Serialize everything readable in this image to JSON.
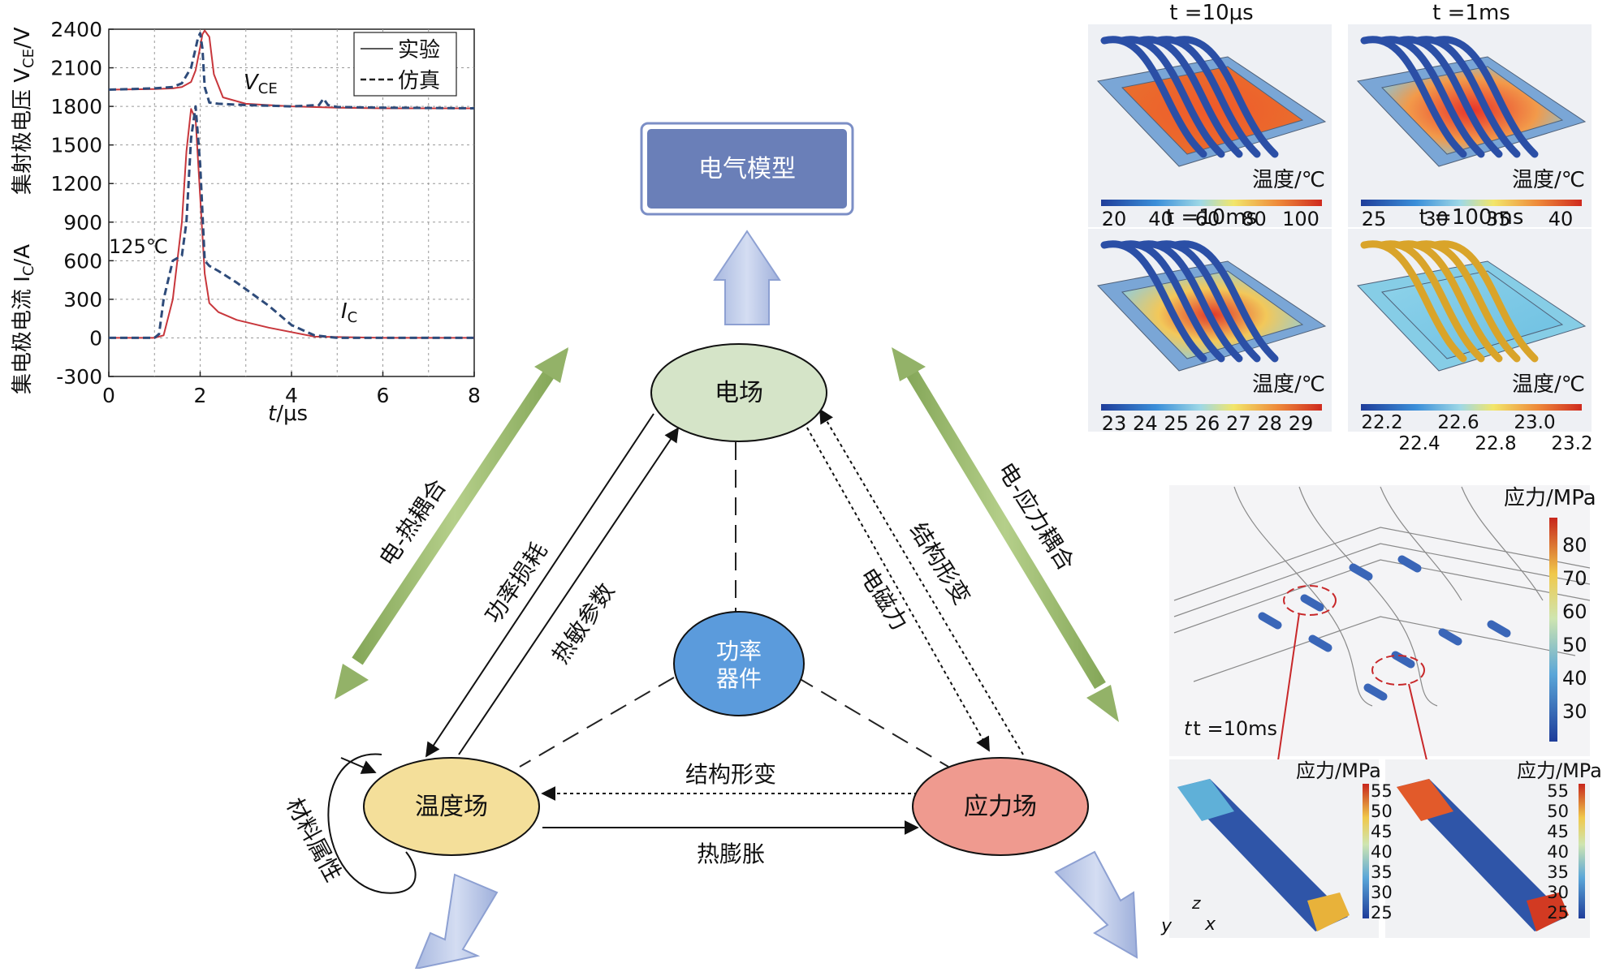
{
  "diagram": {
    "top_box": "电气模型",
    "nodes": {
      "electric": "电场",
      "temperature": "温度场",
      "stress": "应力场",
      "center_line1": "功率",
      "center_line2": "器件"
    },
    "edge_labels": {
      "power_loss": "功率损耗",
      "thermal_params": "热敏参数",
      "em_force": "电磁力",
      "struct_deform_right": "结构形变",
      "struct_deform_bottom": "结构形变",
      "thermal_expansion": "热膨胀",
      "material_props": "材料属性",
      "electro_thermal": "电-热耦合",
      "electro_stress": "电-应力耦合"
    },
    "colors": {
      "top_box_fill": "#6a7fb8",
      "electric_fill": "#d5e4c8",
      "temperature_fill": "#f4df9a",
      "stress_fill": "#ef9a8f",
      "center_fill": "#5b9bdc",
      "coupling_arrow": "#93b268",
      "block_arrow": "#b8c6e6"
    }
  },
  "chart_data": {
    "type": "line",
    "xlabel_var": "t",
    "xlabel_unit": "/μs",
    "ylabel_ic": "集电极电流 I",
    "ylabel_ic_sub": "C",
    "ylabel_ic_unit": "/A",
    "ylabel_vce": "集射极电压 V",
    "ylabel_vce_sub": "CE",
    "ylabel_vce_unit": "/V",
    "xlim": [
      0,
      8
    ],
    "ylim": [
      -300,
      2400
    ],
    "x_ticks": [
      "0",
      "2",
      "4",
      "6",
      "8"
    ],
    "y_ticks": [
      "-300",
      "0",
      "300",
      "600",
      "900",
      "1200",
      "1500",
      "1800",
      "2100",
      "2400"
    ],
    "annotations": {
      "vce": "V",
      "vce_sub": "CE",
      "ic": "I",
      "ic_sub": "C",
      "temp": "125℃"
    },
    "legend": [
      "实验",
      "仿真"
    ],
    "grid": true,
    "series": [
      {
        "name": "实验",
        "color": "#c8373c",
        "style": "solid",
        "x": [
          0,
          1.0,
          1.4,
          1.6,
          1.8,
          1.9,
          2.0,
          2.05,
          2.1,
          2.2,
          2.3,
          2.5,
          3.0,
          4.0,
          5.0,
          6.0,
          8.0
        ],
        "y": [
          1930,
          1935,
          1940,
          1950,
          1990,
          2080,
          2260,
          2360,
          2390,
          2340,
          2050,
          1870,
          1820,
          1800,
          1790,
          1785,
          1785
        ]
      },
      {
        "name": "实验",
        "color": "#c8373c",
        "style": "solid",
        "x": [
          0,
          1.0,
          1.2,
          1.4,
          1.6,
          1.7,
          1.8,
          1.9,
          2.0,
          2.1,
          2.2,
          2.4,
          2.8,
          3.5,
          4.5,
          6.0,
          8.0
        ],
        "y": [
          0,
          0,
          20,
          300,
          900,
          1450,
          1780,
          1700,
          1100,
          500,
          270,
          200,
          140,
          80,
          10,
          0,
          0
        ]
      },
      {
        "name": "仿真",
        "color": "#2e4b7a",
        "style": "dashed",
        "x": [
          0,
          1.0,
          1.4,
          1.6,
          1.8,
          1.9,
          1.95,
          2.0,
          2.05,
          2.1,
          2.2,
          2.4,
          3.0,
          4.0,
          4.6,
          4.7,
          4.8,
          5.0,
          6.0,
          8.0
        ],
        "y": [
          1930,
          1940,
          1950,
          1980,
          2100,
          2250,
          2330,
          2370,
          2250,
          1950,
          1830,
          1820,
          1810,
          1800,
          1810,
          1860,
          1810,
          1795,
          1790,
          1785
        ]
      },
      {
        "name": "仿真",
        "color": "#2e4b7a",
        "style": "dashed",
        "x": [
          0,
          1.0,
          1.1,
          1.2,
          1.4,
          1.6,
          1.7,
          1.8,
          1.9,
          2.0,
          2.1,
          2.2,
          2.4,
          2.8,
          3.5,
          4.0,
          4.5,
          5.0,
          8.0
        ],
        "y": [
          0,
          0,
          30,
          300,
          600,
          640,
          900,
          1550,
          1800,
          1350,
          600,
          560,
          520,
          430,
          250,
          100,
          20,
          0,
          0
        ]
      }
    ]
  },
  "thermal_panels": [
    {
      "title": "t =10μs",
      "unit": "温度/℃",
      "ticks": [
        "20",
        "40",
        "60",
        "80",
        "100"
      ]
    },
    {
      "title": "t =1ms",
      "unit": "温度/℃",
      "ticks": [
        "25",
        "30",
        "35",
        "40"
      ]
    },
    {
      "title": "t =10ms",
      "unit": "温度/℃",
      "ticks": [
        "23",
        "24",
        "25",
        "26",
        "27",
        "28",
        "29"
      ]
    },
    {
      "title": "t =100ms",
      "unit": "温度/℃",
      "ticks_top": [
        "22.2",
        "22.6",
        "23.0"
      ],
      "ticks_bottom": [
        "22.4",
        "22.8",
        "23.2"
      ]
    }
  ],
  "stress_panel": {
    "unit": "应力/MPa",
    "time": "t =10ms",
    "ticks": [
      "80",
      "70",
      "60",
      "50",
      "40",
      "30"
    ],
    "zoom_unit_left": "应力/MPa",
    "zoom_unit_right": "应力/MPa",
    "zoom_ticks": [
      "55",
      "50",
      "45",
      "40",
      "35",
      "30",
      "25"
    ],
    "axis_y": "y",
    "axis_x": "x",
    "axis_z": "z"
  }
}
